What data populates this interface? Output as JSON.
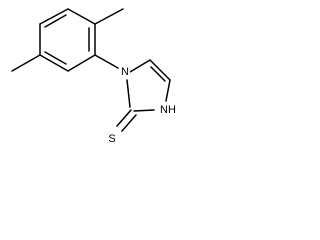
{
  "molecule": {
    "atom_labels": {
      "ring_nitrogen": "N",
      "nh_group": "NH",
      "sulfur": "S"
    }
  }
}
